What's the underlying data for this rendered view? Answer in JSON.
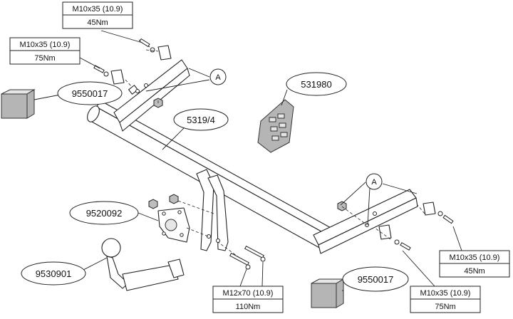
{
  "bolt_specs": [
    {
      "id": "spec-top-left",
      "size": "M10x35 (10.9)",
      "torque": "45Nm"
    },
    {
      "id": "spec-mid-left",
      "size": "M10x35 (10.9)",
      "torque": "75Nm"
    },
    {
      "id": "spec-right-upper",
      "size": "M10x35 (10.9)",
      "torque": "45Nm"
    },
    {
      "id": "spec-right-lower",
      "size": "M10x35 (10.9)",
      "torque": "75Nm"
    },
    {
      "id": "spec-bottom-center",
      "size": "M12x70 (10.9)",
      "torque": "110Nm"
    }
  ],
  "part_numbers": {
    "bumper_pad_left": "9550017",
    "bumper_pad_right": "9550017",
    "socket_plate": "9520092",
    "tow_ball": "9530901",
    "electrical_kit": "531980",
    "main_crossbar": "5319/4"
  },
  "reference_marks": {
    "left": "A",
    "right": "A"
  }
}
